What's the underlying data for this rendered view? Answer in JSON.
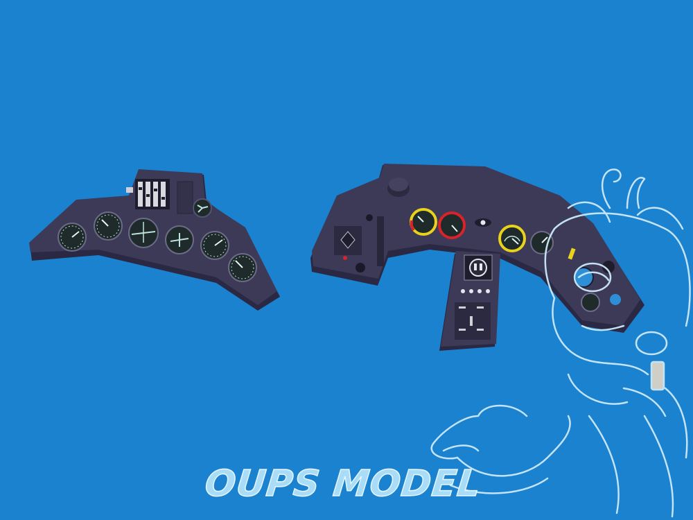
{
  "scene": {
    "background_color": "#1a82cf",
    "panel_color": "#3d3a58",
    "panel_shadow_color": "#2a2842",
    "dial_color": "#1f2a2a",
    "dial_marking_color": "#bfe3de",
    "accent_yellow": "#e8d21c",
    "accent_red": "#d8232a",
    "accent_blue": "#2d8fd6"
  },
  "left_panel": {
    "gauges": [
      "dial",
      "dial",
      "attitude-dial",
      "compass-dial",
      "dial",
      "dial"
    ]
  },
  "right_panel": {
    "gauges": [
      "yellow-ring-dial",
      "red-ring-dial",
      "yellow-ring-dial",
      "dial"
    ]
  },
  "watermark": {
    "text": "OUPS MODEL",
    "mascot_icon": "dragon-mascot-icon",
    "color": "#a9dcf7"
  }
}
